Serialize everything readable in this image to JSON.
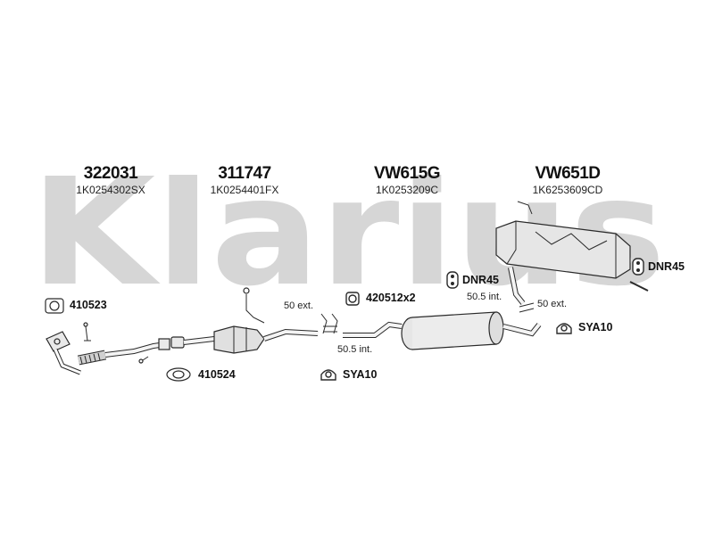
{
  "watermark": {
    "brand": "Klarius"
  },
  "sections": [
    {
      "part_number": "322031",
      "oem_code": "1K0254302SX"
    },
    {
      "part_number": "311747",
      "oem_code": "1K0254401FX"
    },
    {
      "part_number": "VW615G",
      "oem_code": "1K0253209C"
    },
    {
      "part_number": "VW651D",
      "oem_code": "1K6253609CD"
    }
  ],
  "accessories": {
    "gasket_front": "410523",
    "gasket_lower": "410524",
    "clamp": "420512x2",
    "mount_left": "DNR45",
    "mount_right": "DNR45",
    "hanger_middle": "SYA10",
    "hanger_lower": "SYA10"
  },
  "dimensions": {
    "ext_1": "50 ext.",
    "int_1": "50.5 int.",
    "int_2": "50.5 int.",
    "ext_2": "50 ext."
  },
  "colors": {
    "watermark": "#d6d6d6",
    "line": "#2a2a2a",
    "part_fill": "#e9e9e9"
  }
}
